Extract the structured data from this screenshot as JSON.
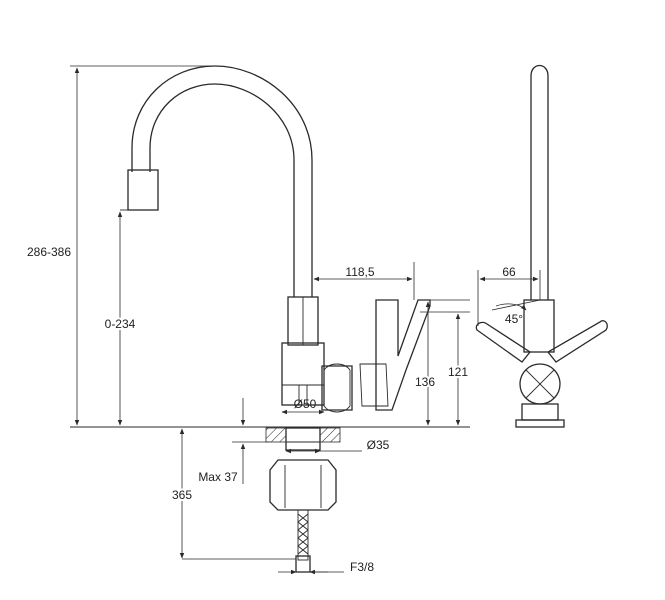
{
  "dimensions": {
    "total_height": "286-386",
    "spout_height": "0-234",
    "reach": "118,5",
    "lever_height": "136",
    "body_height": "121",
    "base_diameter": "Ø50",
    "shank_diameter": "Ø35",
    "max_deck": "Max 37",
    "hose_length": "365",
    "connector": "F3/8",
    "side_offset": "66",
    "lever_angle": "45°"
  }
}
